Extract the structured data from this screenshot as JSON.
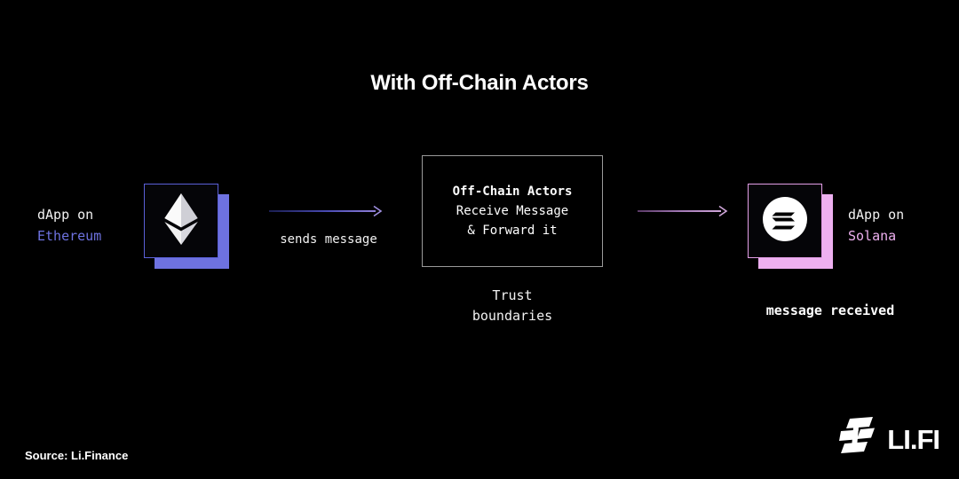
{
  "title": "With Off-Chain Actors",
  "nodes": {
    "left": {
      "label_line1": "dApp on",
      "label_line2": "Ethereum",
      "icon": "ethereum-icon",
      "accent_color": "#6e72e0"
    },
    "right": {
      "label_line1": "dApp on",
      "label_line2": "Solana",
      "icon": "solana-icon",
      "accent_color": "#eeb0f0",
      "status": "message received"
    }
  },
  "middle": {
    "heading": "Off-Chain Actors",
    "line2": "Receive Message",
    "line3": "& Forward it",
    "caption_line1": "Trust",
    "caption_line2": "boundaries",
    "border_color": "#9a9a9a"
  },
  "arrows": {
    "first": {
      "caption": "sends message",
      "gradient_from": "#1b1f52",
      "gradient_to": "#8f7fd8"
    },
    "second": {
      "caption": "",
      "gradient_from": "#5a3a66",
      "gradient_to": "#d0a6da"
    }
  },
  "footer": {
    "source": "Source: Li.Finance",
    "brand": "LI.FI"
  }
}
